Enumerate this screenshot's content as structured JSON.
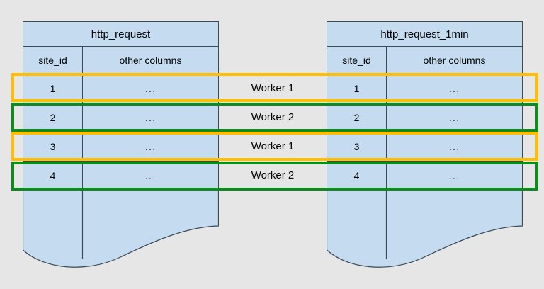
{
  "diagram": {
    "background_color": "#e6e6e6",
    "table_fill_color": "#c5dcf0",
    "table_border_color": "#3a4a58",
    "highlight_colors": {
      "worker_1": "#ffbf00",
      "worker_2": "#0f8a1e"
    }
  },
  "tables": [
    {
      "id": "source-table",
      "title": "http_request",
      "columns": [
        "site_id",
        "other columns"
      ],
      "rows": [
        {
          "site_id": "1",
          "other": "..."
        },
        {
          "site_id": "2",
          "other": "..."
        },
        {
          "site_id": "3",
          "other": "..."
        },
        {
          "site_id": "4",
          "other": "..."
        }
      ]
    },
    {
      "id": "rollup-table",
      "title": "http_request_1min",
      "columns": [
        "site_id",
        "other columns"
      ],
      "rows": [
        {
          "site_id": "1",
          "other": "..."
        },
        {
          "site_id": "2",
          "other": "..."
        },
        {
          "site_id": "3",
          "other": "..."
        },
        {
          "site_id": "4",
          "other": "..."
        }
      ]
    }
  ],
  "workers": [
    {
      "label": "Worker 1",
      "color": "#ffbf00"
    },
    {
      "label": "Worker 2",
      "color": "#0f8a1e"
    },
    {
      "label": "Worker 1",
      "color": "#ffbf00"
    },
    {
      "label": "Worker 2",
      "color": "#0f8a1e"
    }
  ]
}
